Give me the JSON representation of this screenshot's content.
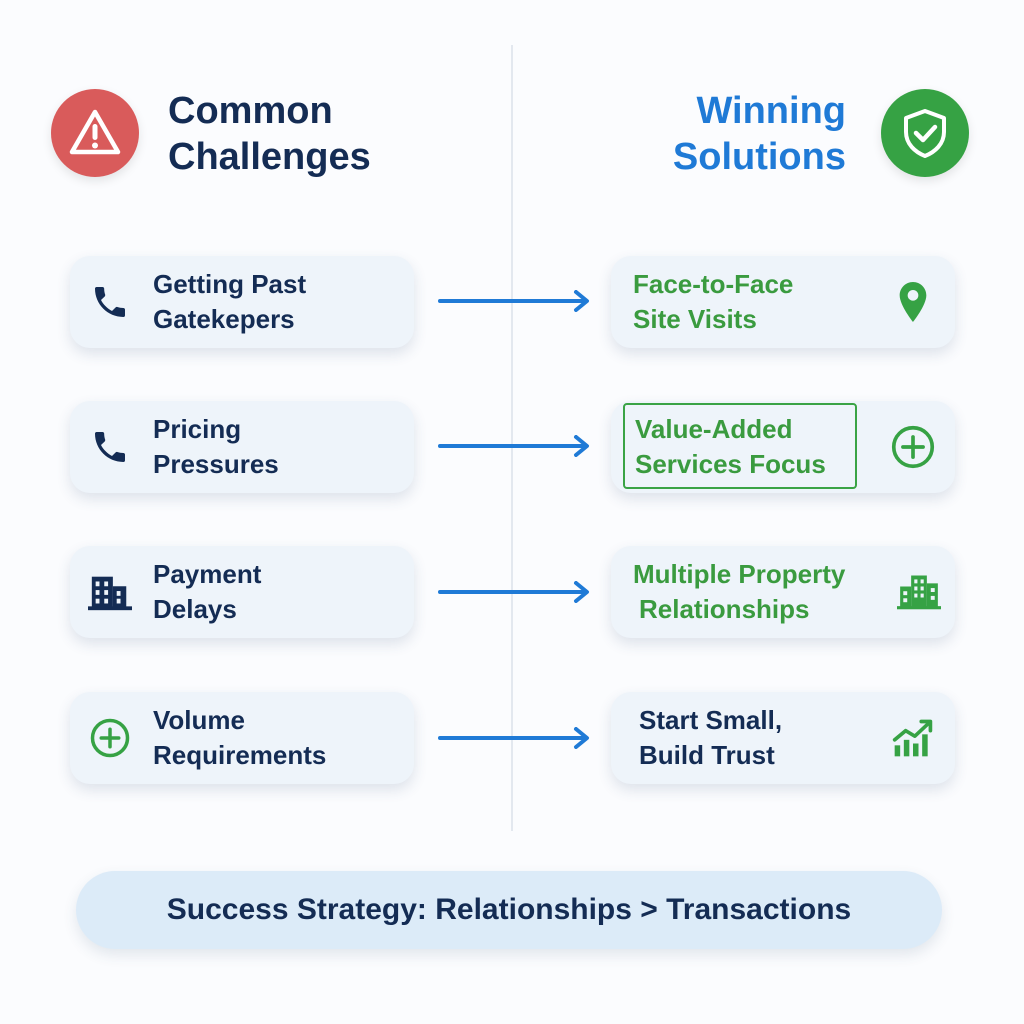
{
  "left_column": {
    "title_line1": "Common",
    "title_line2": "Challenges",
    "header_icon": "warning-triangle-icon",
    "items": [
      {
        "line1": "Getting Past",
        "line2": "Gatekepers",
        "icon": "phone-icon"
      },
      {
        "line1": "Pricing",
        "line2": "Pressures",
        "icon": "phone-icon"
      },
      {
        "line1": "Payment",
        "line2": "Delays",
        "icon": "building-icon"
      },
      {
        "line1": "Volume",
        "line2": "Requirements",
        "icon": "plus-circle-icon"
      }
    ]
  },
  "right_column": {
    "title_line1": "Winning",
    "title_line2": "Solutions",
    "header_icon": "shield-check-icon",
    "items": [
      {
        "line1": "Face-to-Face",
        "line2": "Site Visits",
        "icon": "location-pin-icon"
      },
      {
        "line1": "Value-Added",
        "line2": "Services Focus",
        "icon": "plus-circle-icon"
      },
      {
        "line1": "Multiple Property",
        "line2": "Relationships",
        "icon": "building-icon"
      },
      {
        "line1": "Start Small,",
        "line2": "Build Trust",
        "icon": "growth-chart-icon"
      }
    ]
  },
  "banner": {
    "text": "Success Strategy: Relationships > Transactions"
  },
  "colors": {
    "navy": "#142c54",
    "blue": "#1f7ad6",
    "green": "#3a9b3f",
    "red": "#d95b5b",
    "card_bg": "#eef4fa",
    "banner_bg": "#dcebf8"
  }
}
